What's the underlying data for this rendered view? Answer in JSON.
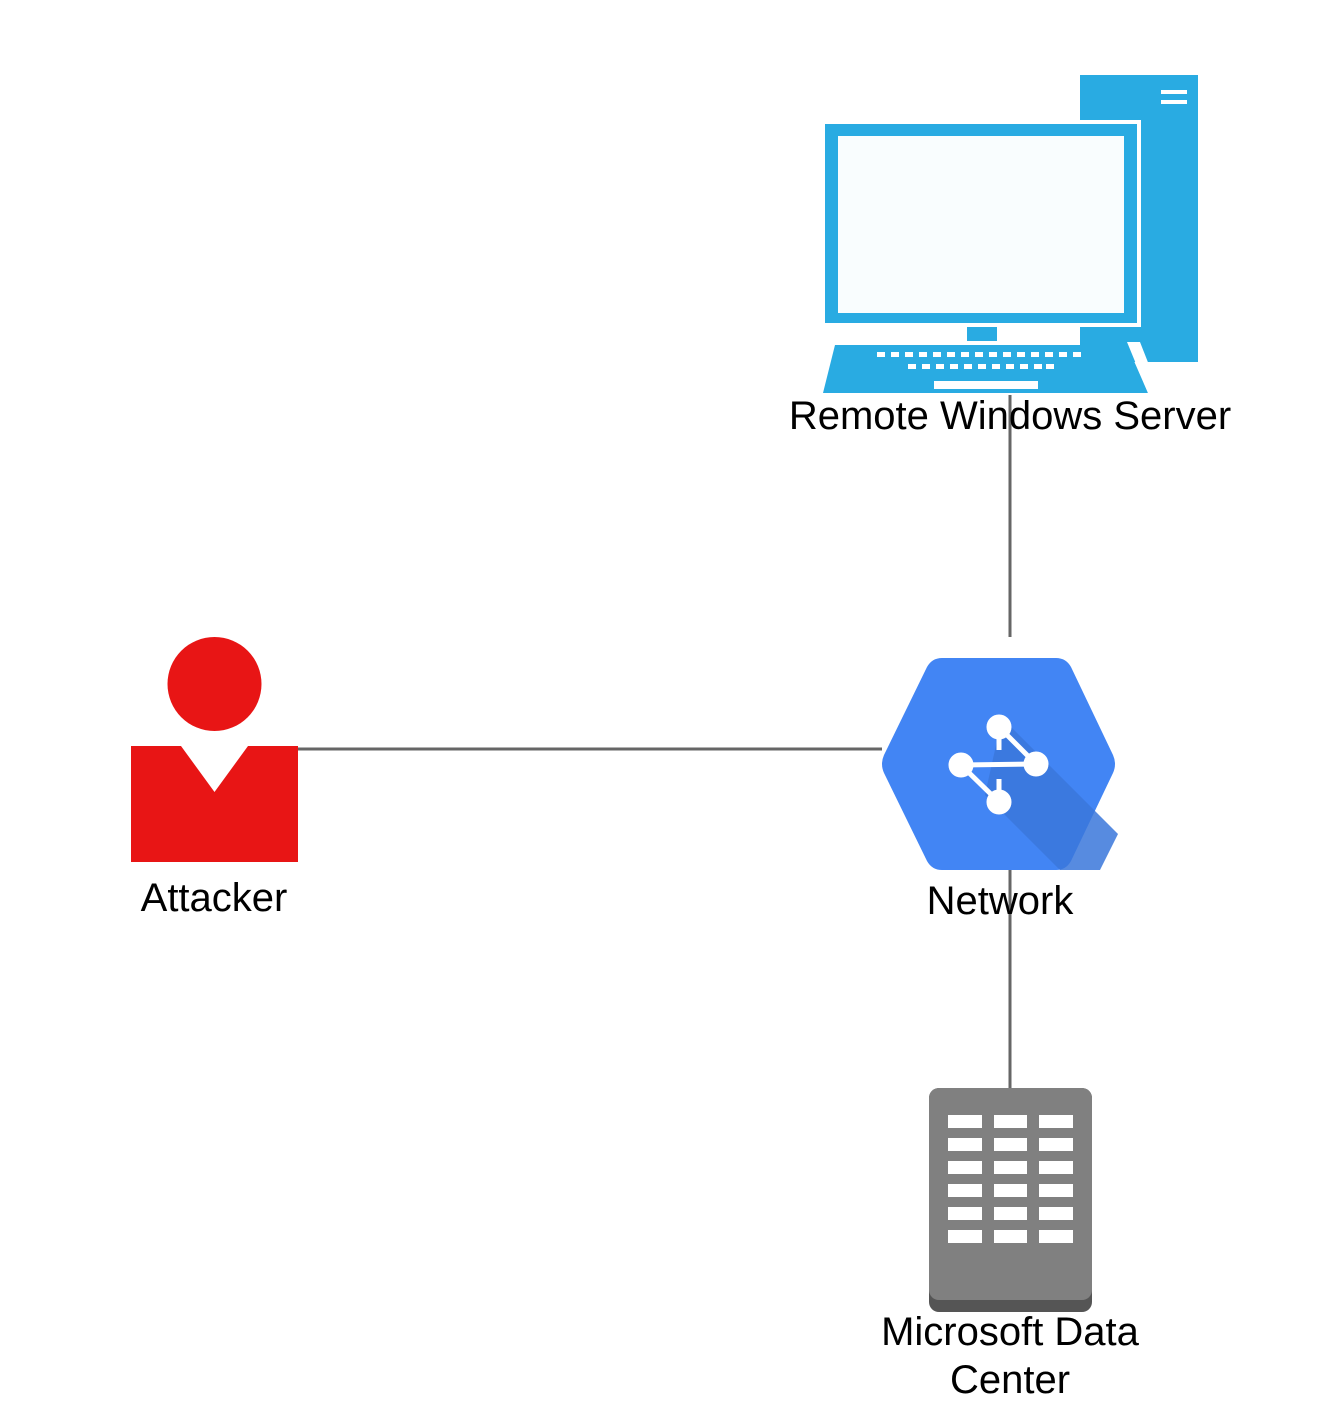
{
  "nodes": {
    "remote_server": {
      "label": "Remote Windows Server",
      "icon": "desktop-computer-icon"
    },
    "attacker": {
      "label": "Attacker",
      "icon": "user-icon"
    },
    "network": {
      "label": "Network",
      "icon": "network-hexagon-icon"
    },
    "data_center": {
      "label": "Microsoft Data Center",
      "icon": "server-rack-icon"
    }
  },
  "edges": [
    {
      "from": "attacker",
      "to": "network"
    },
    {
      "from": "network",
      "to": "remote_server"
    },
    {
      "from": "network",
      "to": "data_center"
    }
  ],
  "colors": {
    "computer": "#29ABE2",
    "screen": "#F9FDFE",
    "attacker": "#E81515",
    "network": "#4285F4",
    "network_shadow": "#3A77DB",
    "server_rack": "#808080",
    "server_rack_base": "#555555",
    "connector": "#666666"
  }
}
